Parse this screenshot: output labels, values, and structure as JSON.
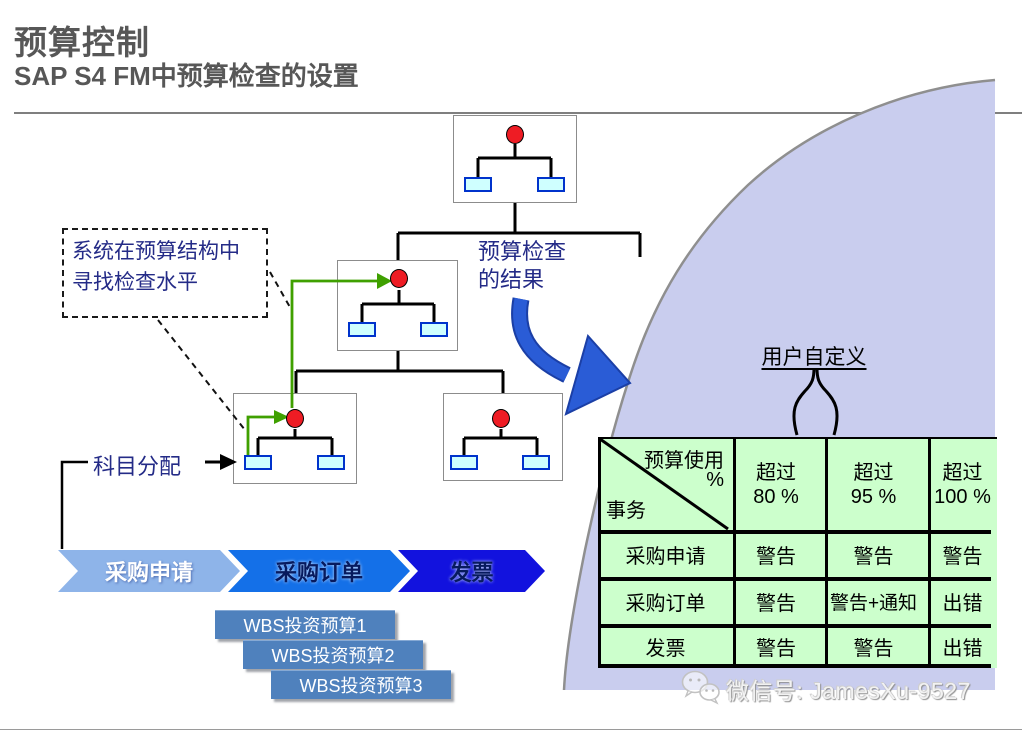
{
  "slide": {
    "title": "预算控制",
    "subtitle": "SAP S4 FM中预算检查的设置"
  },
  "callout": {
    "line1": "系统在预算结构中",
    "line2": "寻找检查水平"
  },
  "labels": {
    "check_result_line1": "预算检查",
    "check_result_line2": "的结果",
    "account_assignment": "科目分配",
    "user_defined": "用户自定义"
  },
  "process_chevrons": [
    {
      "label": "采购申请"
    },
    {
      "label": "采购订单"
    },
    {
      "label": "发票"
    }
  ],
  "wbs_boxes": [
    {
      "label": "WBS投资预算1"
    },
    {
      "label": "WBS投资预算2"
    },
    {
      "label": "WBS投资预算3"
    }
  ],
  "table": {
    "corner": {
      "top_right_line1": "预算使用",
      "top_right_line2": "%",
      "bottom_left": "事务"
    },
    "columns": [
      {
        "line1": "超过",
        "line2": "80 %"
      },
      {
        "line1": "超过",
        "line2": "95 %"
      },
      {
        "line1": "超过",
        "line2": "100 %"
      }
    ],
    "rows": [
      {
        "label": "采购申请",
        "cells": [
          "警告",
          "警告",
          "警告"
        ]
      },
      {
        "label": "采购订单",
        "cells": [
          "警告",
          "警告+通知",
          "出错"
        ]
      },
      {
        "label": "发票",
        "cells": [
          "警告",
          "警告",
          "出错"
        ]
      }
    ]
  },
  "footer": {
    "wechat": "微信号: JamesXu-9527"
  },
  "icons": {
    "wechat": "wechat-icon",
    "result_arrow": "curved-arrow-icon"
  },
  "colors": {
    "title_gray": "#575757",
    "navy_text": "#242b87",
    "lavender": "#c9cdee",
    "table_green": "#ccffcc",
    "leaf_cyan": "#cfffff",
    "leaf_border": "#0033cc",
    "node_red": "#ee1c24",
    "green_arrow": "#3fa000",
    "blue_arrow": "#2a5cd6",
    "chevron1": "#8eb4e9",
    "chevron2": "#1470e8",
    "chevron3": "#1212de",
    "wbs_blue": "#4f81bd"
  }
}
